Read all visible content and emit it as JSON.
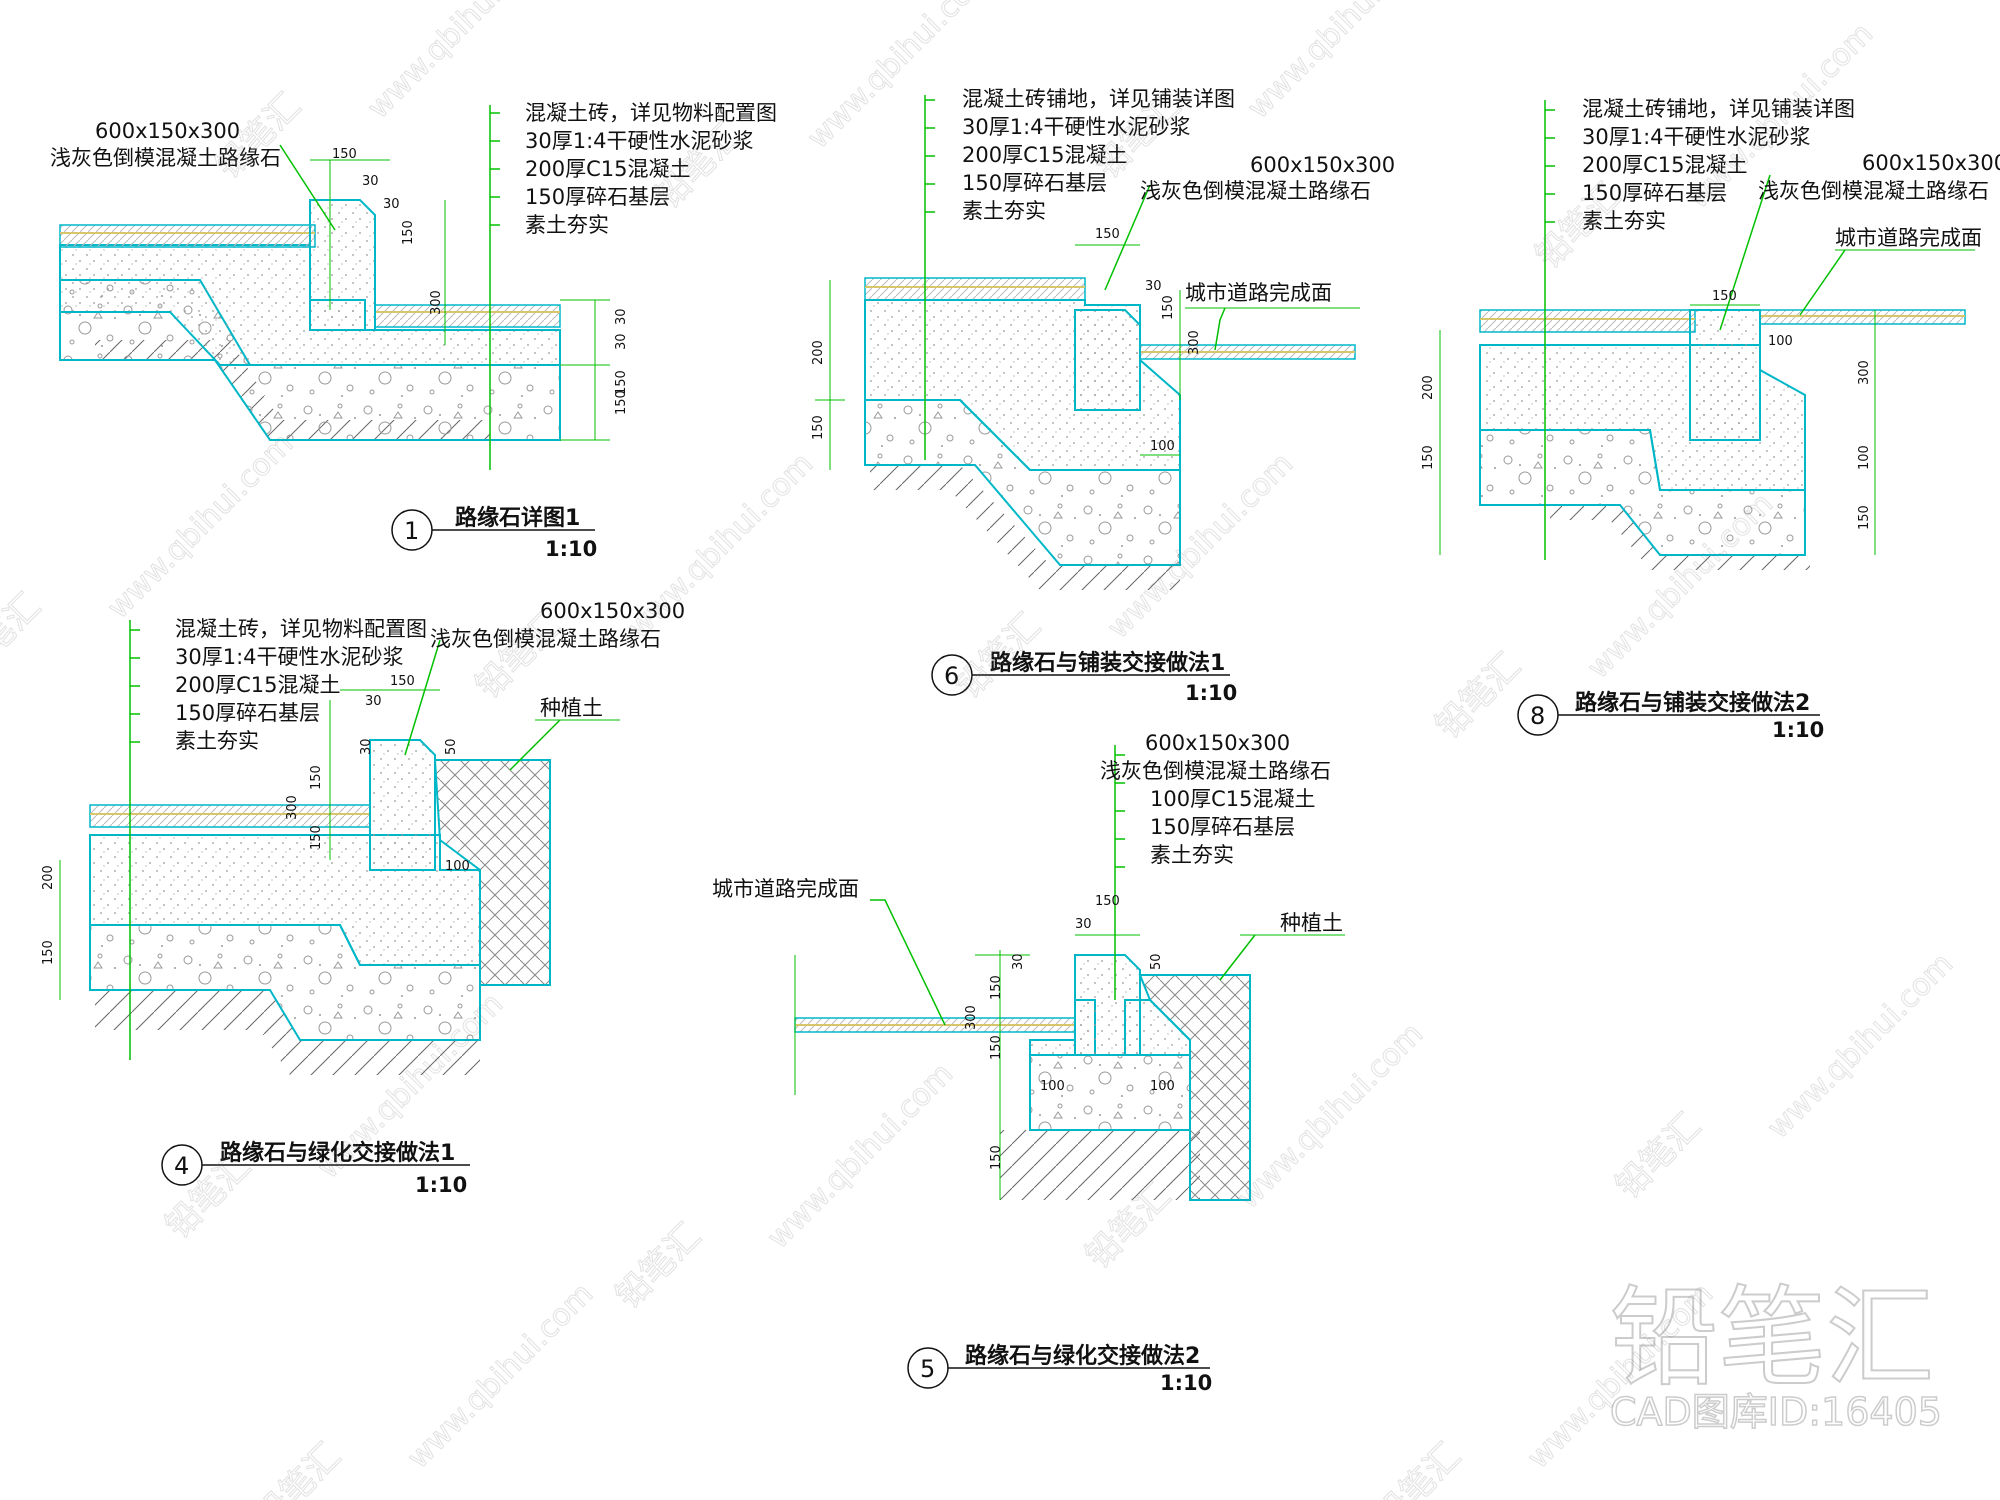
{
  "details": [
    {
      "id": "d1",
      "number": "1",
      "title": "路缘石详图1",
      "scale": "1:10",
      "curb_label": [
        "600x150x300",
        "浅灰色倒模混凝土路缘石"
      ],
      "layers": [
        "混凝土砖，详见物料配置图",
        "30厚1:4干硬性水泥砂浆",
        "200厚C15混凝土",
        "150厚碎石基层",
        "素土夯实"
      ],
      "dims": [
        "150",
        "30",
        "30",
        "150",
        "300",
        "30",
        "30",
        "150",
        "150"
      ]
    },
    {
      "id": "d6",
      "number": "6",
      "title": "路缘石与铺装交接做法1",
      "scale": "1:10",
      "curb_label": [
        "600x150x300",
        "浅灰色倒模混凝土路缘石"
      ],
      "road_label": "城市道路完成面",
      "layers": [
        "混凝土砖铺地，详见铺装详图",
        "30厚1:4干硬性水泥砂浆",
        "200厚C15混凝土",
        "150厚碎石基层",
        "素土夯实"
      ],
      "dims": [
        "150",
        "30",
        "150",
        "300",
        "200",
        "150",
        "100"
      ]
    },
    {
      "id": "d8",
      "number": "8",
      "title": "路缘石与铺装交接做法2",
      "scale": "1:10",
      "curb_label": [
        "600x150x300",
        "浅灰色倒模混凝土路缘石"
      ],
      "road_label": "城市道路完成面",
      "layers": [
        "混凝土砖铺地，详见铺装详图",
        "30厚1:4干硬性水泥砂浆",
        "200厚C15混凝土",
        "150厚碎石基层",
        "素土夯实"
      ],
      "dims": [
        "150",
        "100",
        "200",
        "150",
        "300",
        "100",
        "150"
      ]
    },
    {
      "id": "d4",
      "number": "4",
      "title": "路缘石与绿化交接做法1",
      "scale": "1:10",
      "curb_label": [
        "600x150x300",
        "浅灰色倒模混凝土路缘石"
      ],
      "soil_label": "种植土",
      "layers": [
        "混凝土砖，详见物料配置图",
        "30厚1:4干硬性水泥砂浆",
        "200厚C15混凝土",
        "150厚碎石基层",
        "素土夯实"
      ],
      "dims": [
        "150",
        "30",
        "30",
        "150",
        "300",
        "150",
        "50",
        "100",
        "200",
        "150"
      ]
    },
    {
      "id": "d5",
      "number": "5",
      "title": "路缘石与绿化交接做法2",
      "scale": "1:10",
      "curb_label": [
        "600x150x300",
        "浅灰色倒模混凝土路缘石"
      ],
      "road_label": "城市道路完成面",
      "soil_label": "种植土",
      "layers": [
        "100厚C15混凝土",
        "150厚碎石基层",
        "素土夯实"
      ],
      "dims": [
        "150",
        "30",
        "30",
        "50",
        "150",
        "300",
        "150",
        "100",
        "100",
        "150"
      ]
    }
  ],
  "brand": {
    "logo_text": "铅笔汇",
    "caption": "CAD图库ID:16405",
    "watermark_url": "www.qbihui.com",
    "watermark_name": "铅笔汇"
  },
  "colors": {
    "outline": "#00b7c8",
    "leader": "#00c000",
    "paving": "#d8c66a",
    "ink": "#111111"
  }
}
